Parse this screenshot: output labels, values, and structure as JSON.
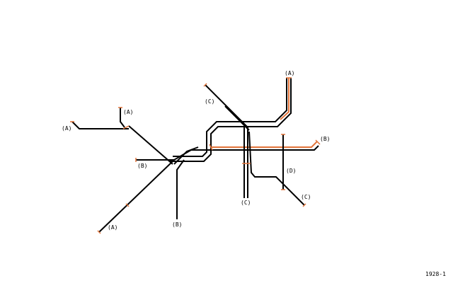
{
  "line_labels": {
    "A_top_right": "(A)",
    "A_left_upper": "(A)",
    "A_left_outer": "(A)",
    "A_bottom_left": "(A)",
    "B_right": "(B)",
    "B_left": "(B)",
    "B_bottom": "(B)",
    "C_top_left": "(C)",
    "C_center": "(C)",
    "C_bottom_right": "(C)",
    "D_right": "(D)"
  },
  "caption": "1928-1",
  "colors": {
    "track": "#000000",
    "accent": "#e2743a",
    "background": "#ffffff"
  }
}
